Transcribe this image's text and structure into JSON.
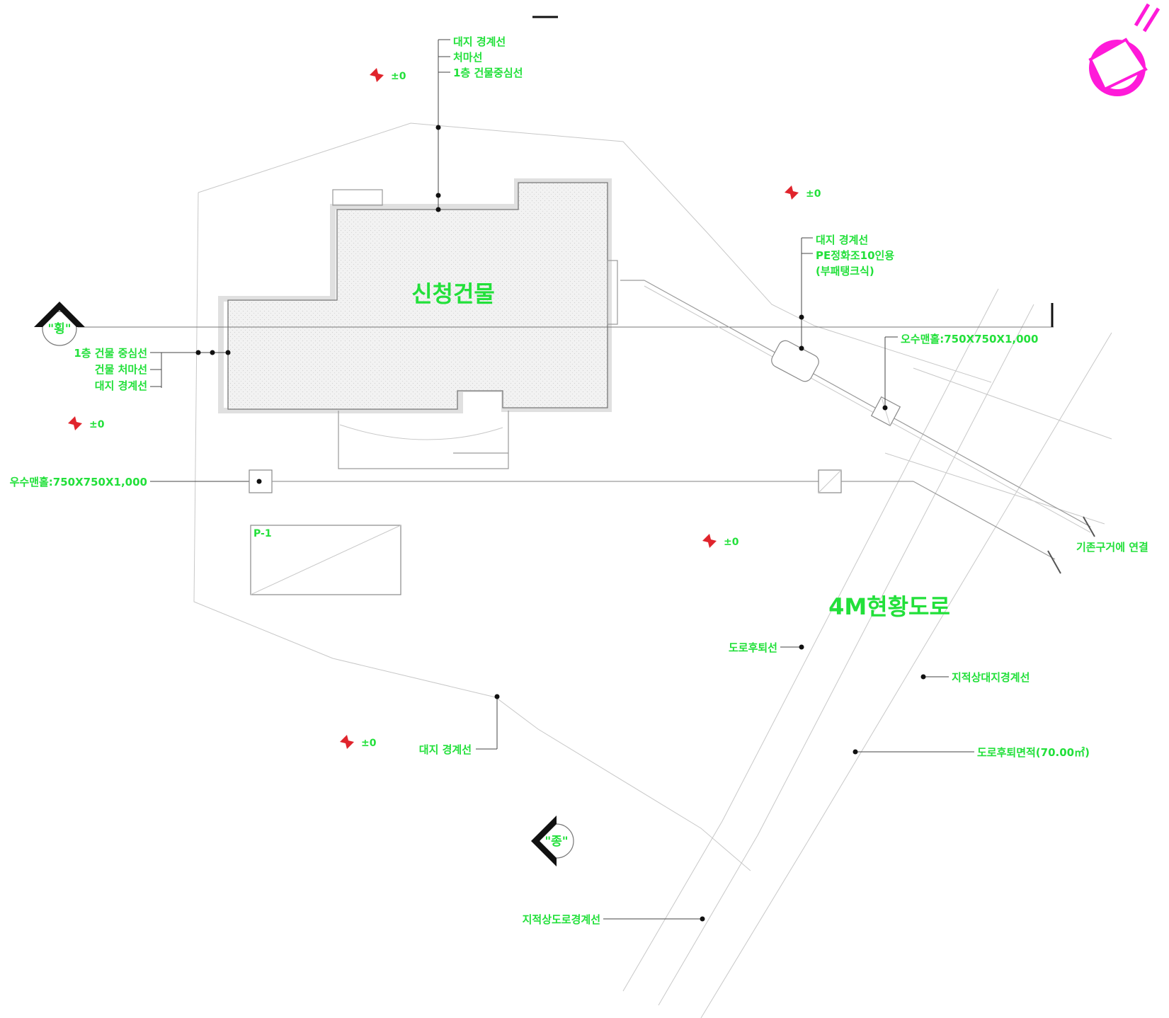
{
  "drawing": {
    "building_label": "신청건물",
    "road_label": "4M현황도로",
    "boundary_labels_top": [
      "대지 경계선",
      "처마선",
      "1층 건물중심선"
    ],
    "boundary_labels_left": [
      "1층 건물 중심선",
      "건물 처마선",
      "대지 경계선"
    ],
    "septic_labels": [
      "대지 경계선",
      "PE정화조10인용",
      "(부패탱크식)"
    ],
    "sewage_manhole": "오수맨홀:750X750X1,000",
    "rain_manhole": "우수맨홀:750X750X1,000",
    "existing_gutter": "기존구거에 연결",
    "parking_label": "P-1",
    "road_setback": "도로후퇴선",
    "cadastral_site_boundary": "지적상대지경계선",
    "setback_area": "도로후퇴면적(70.00㎡)",
    "site_boundary_bottom": "대지 경계선",
    "cadastral_road_boundary": "지적상도로경계선",
    "level_marks": [
      "±0",
      "±0",
      "±0",
      "±0",
      "±0"
    ],
    "section_mark_left": "\"횡\"",
    "section_mark_bottom": "\"종\""
  },
  "colors": {
    "label": "#22e03a",
    "north_arrow": "#ff1ad9",
    "level_marker": "#e0242c"
  },
  "icons": [
    "north-arrow-icon",
    "level-marker-icon",
    "section-marker-icon"
  ]
}
